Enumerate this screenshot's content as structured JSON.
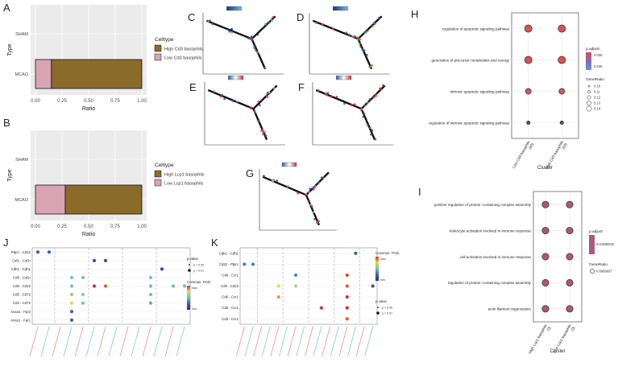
{
  "panel_letters": [
    "A",
    "B",
    "C",
    "D",
    "E",
    "F",
    "G",
    "H",
    "I",
    "J",
    "K"
  ],
  "chart_data": [
    {
      "panel": "A",
      "type": "bar",
      "orientation": "horizontal",
      "stacked": true,
      "categories": [
        "SHAM",
        "MCAO"
      ],
      "ylabel": "Type",
      "xlabel": "Ratio",
      "xticks": [
        "0.00",
        "0.25",
        "0.50",
        "0.75",
        "1.00"
      ],
      "xlim": [
        0,
        1
      ],
      "legend_title": "Celltype",
      "series": [
        {
          "name": "Low Cd3 basophils",
          "color": "#d9a4b4",
          "values": [
            null,
            0.15
          ]
        },
        {
          "name": "High Cd3 basophils",
          "color": "#8b6b2a",
          "values": [
            null,
            0.85
          ]
        }
      ],
      "legend_order": [
        "High Cd3 basophils",
        "Low Cd3 basophils"
      ]
    },
    {
      "panel": "B",
      "type": "bar",
      "orientation": "horizontal",
      "stacked": true,
      "categories": [
        "SHAM",
        "MCAO"
      ],
      "ylabel": "Type",
      "xlabel": "Ratio",
      "xticks": [
        "0.00",
        "0.25",
        "0.50",
        "0.75",
        "1.00"
      ],
      "xlim": [
        0,
        1
      ],
      "legend_title": "Celltype",
      "series": [
        {
          "name": "Low Lcp1 basophils",
          "color": "#d9a4b4",
          "values": [
            null,
            0.28
          ]
        },
        {
          "name": "High Lcp1 basophils",
          "color": "#8b6b2a",
          "values": [
            null,
            0.72
          ]
        }
      ],
      "legend_order": [
        "High Lcp1 basophils",
        "Low Lcp1 basophils"
      ]
    },
    {
      "panel": "H",
      "type": "scatter",
      "subtype": "dotplot",
      "y_categories": [
        "regulation of apoptotic signaling pathway",
        "generation of precursor metabolites and energy",
        "intrinsic apoptotic signaling pathway",
        "regulation of intrinsic apoptotic signaling pathway"
      ],
      "x_categories": [
        "Low Cd3 basophils\n(60)",
        "High Cd3 basophils\n(60)"
      ],
      "xlabel": "Cluster",
      "legend_color_title": "p.adjust",
      "legend_color_ticks": [
        "0.035",
        "0.040"
      ],
      "legend_size_title": "GeneRatio",
      "legend_size_ticks": [
        "0.10",
        "0.11",
        "0.12",
        "0.13",
        "0.14"
      ],
      "points": [
        {
          "y": 0,
          "x": 0,
          "size": 0.14,
          "color": "#d9534f"
        },
        {
          "y": 0,
          "x": 1,
          "size": 0.14,
          "color": "#d9534f"
        },
        {
          "y": 1,
          "x": 0,
          "size": 0.14,
          "color": "#d9534f"
        },
        {
          "y": 1,
          "x": 1,
          "size": 0.14,
          "color": "#d9534f"
        },
        {
          "y": 2,
          "x": 0,
          "size": 0.12,
          "color": "#c85a5f"
        },
        {
          "y": 2,
          "x": 1,
          "size": 0.12,
          "color": "#c85a5f"
        },
        {
          "y": 3,
          "x": 0,
          "size": 0.1,
          "color": "#555555"
        },
        {
          "y": 3,
          "x": 1,
          "size": 0.1,
          "color": "#555555"
        }
      ]
    },
    {
      "panel": "I",
      "type": "scatter",
      "subtype": "dotplot",
      "y_categories": [
        "positive regulation of protein−containing complex assembly",
        "leukocyte activation involved in immune response",
        "cell activation involved in immune response",
        "regulation of protein−containing complex assembly",
        "actin filament organization"
      ],
      "x_categories": [
        "High Lcp1 basophils\n(3)",
        "Low Lcp1 basophils\n(3)"
      ],
      "xlabel": "Cluster",
      "legend_color_title": "p.adjust",
      "legend_color_ticks": [
        "0.01980032"
      ],
      "legend_size_title": "GeneRatio",
      "legend_size_ticks": [
        "0.6666667"
      ],
      "points": [
        {
          "y": 0,
          "x": 0
        },
        {
          "y": 0,
          "x": 1
        },
        {
          "y": 1,
          "x": 0
        },
        {
          "y": 1,
          "x": 1
        },
        {
          "y": 2,
          "x": 0
        },
        {
          "y": 2,
          "x": 1
        },
        {
          "y": 3,
          "x": 0
        },
        {
          "y": 3,
          "x": 1
        },
        {
          "y": 4,
          "x": 0
        },
        {
          "y": 4,
          "x": 1
        }
      ],
      "point_color": "#a85a6e"
    },
    {
      "panel": "J",
      "type": "scatter",
      "subtype": "dotplot",
      "y_categories": [
        "Ptprc - Cd22",
        "Csf1 - Csf1r",
        "Cdh1 - Cdh1",
        "Cd8 - Csf1r",
        "Cd6 - Cd22",
        "Cd5 - Cd72",
        "Cd3 - Cd72",
        "Anxa1 - Fpr2",
        "Anxa1 - Fpr1"
      ],
      "legend_size_title": "p.value",
      "legend_size_ticks": [
        "p < 0.05",
        "p < 0.01"
      ],
      "legend_color_title": "Commun. Prob.",
      "legend_color_ticks": [
        "max",
        "min"
      ],
      "points": [
        {
          "y": 0,
          "x": 0,
          "c": "#3a5fae"
        },
        {
          "y": 0,
          "x": 1,
          "c": "#3a5fae"
        },
        {
          "y": 1,
          "x": 5,
          "c": "#5a3aa8"
        },
        {
          "y": 1,
          "x": 6,
          "c": "#5a3aa8"
        },
        {
          "y": 2,
          "x": 11,
          "c": "#4a3aa8"
        },
        {
          "y": 3,
          "x": 3,
          "c": "#6bc7a8"
        },
        {
          "y": 3,
          "x": 4,
          "c": "#6bc7a8"
        },
        {
          "y": 3,
          "x": 10,
          "c": "#6bc7a8"
        },
        {
          "y": 4,
          "x": 3,
          "c": "#6bc7a8"
        },
        {
          "y": 4,
          "x": 5,
          "c": "#c8323a"
        },
        {
          "y": 4,
          "x": 6,
          "c": "#e85a2a"
        },
        {
          "y": 4,
          "x": 10,
          "c": "#6bc7a8"
        },
        {
          "y": 4,
          "x": 12,
          "c": "#6bc7a8"
        },
        {
          "y": 4,
          "x": 13,
          "c": "#6bc7a8"
        },
        {
          "y": 5,
          "x": 3,
          "c": "#8acb9a"
        },
        {
          "y": 5,
          "x": 4,
          "c": "#8acb9a"
        },
        {
          "y": 5,
          "x": 10,
          "c": "#6bc7a8"
        },
        {
          "y": 6,
          "x": 3,
          "c": "#e8d84a"
        },
        {
          "y": 6,
          "x": 4,
          "c": "#6bc7a8"
        },
        {
          "y": 6,
          "x": 10,
          "c": "#5ab0c0"
        },
        {
          "y": 7,
          "x": 3,
          "c": "#3a5fae"
        },
        {
          "y": 8,
          "x": 3,
          "c": "#3a5fae"
        }
      ],
      "n_columns": 14
    },
    {
      "panel": "K",
      "type": "scatter",
      "subtype": "dotplot",
      "y_categories": [
        "Cdh1 - Cdh1",
        "Cd22 - Ptprc",
        "Cd9 - Ccr1",
        "Cd6 - Cd22",
        "Cd6 - Ccr1",
        "Cd5 - Ccr1",
        "Cd3 - Ccr1"
      ],
      "legend_color_title": "Commun. Prob.",
      "legend_color_ticks": [
        "max",
        "min"
      ],
      "legend_size_title": "p.value",
      "legend_size_ticks": [
        "p < 0.05",
        "p < 0.01"
      ],
      "points": [
        {
          "y": 0,
          "x": 13,
          "c": "#3a5fae"
        },
        {
          "y": 1,
          "x": 0,
          "c": "#3a8ab0"
        },
        {
          "y": 1,
          "x": 1,
          "c": "#3a8ab0"
        },
        {
          "y": 2,
          "x": 6,
          "c": "#3a8ab0"
        },
        {
          "y": 2,
          "x": 12,
          "c": "#d84a2a"
        },
        {
          "y": 3,
          "x": 4,
          "c": "#e8d84a"
        },
        {
          "y": 3,
          "x": 6,
          "c": "#a8d88a"
        },
        {
          "y": 3,
          "x": 12,
          "c": "#e85a2a"
        },
        {
          "y": 3,
          "x": 15,
          "c": "#5a3aa8"
        },
        {
          "y": 4,
          "x": 4,
          "c": "#e89a3a"
        },
        {
          "y": 4,
          "x": 12,
          "c": "#c8323a"
        },
        {
          "y": 5,
          "x": 9,
          "c": "#c8323a"
        },
        {
          "y": 5,
          "x": 12,
          "c": "#c8323a"
        },
        {
          "y": 6,
          "x": 12,
          "c": "#e85a2a"
        }
      ],
      "n_columns": 16
    }
  ]
}
